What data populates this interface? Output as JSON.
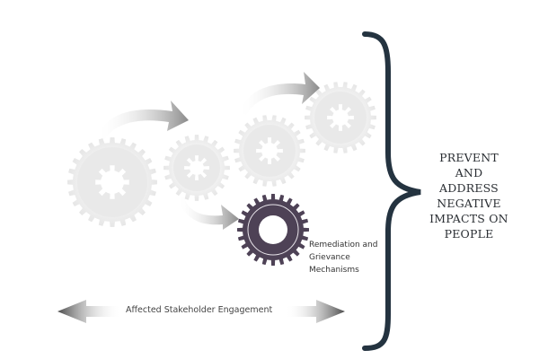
{
  "diagram": {
    "title_lines": [
      "PREVENT",
      "AND",
      "ADDRESS",
      "NEGATIVE",
      "IMPACTS ON",
      "PEOPLE"
    ],
    "highlight_gear_label_lines": [
      "Remediation and",
      "Grievance",
      "Mechanisms"
    ],
    "engagement_arrow_label": "Affected Stakeholder Engagement",
    "gears": [
      {
        "name": "gear-1",
        "style": "light"
      },
      {
        "name": "gear-2",
        "style": "light"
      },
      {
        "name": "gear-3",
        "style": "light"
      },
      {
        "name": "gear-4",
        "style": "light"
      },
      {
        "name": "gear-remediation",
        "style": "highlight"
      }
    ],
    "colors": {
      "light_gear": "#ececec",
      "highlight_gear": "#4e4256",
      "brace": "#243340",
      "text": "#2a2e33"
    }
  }
}
